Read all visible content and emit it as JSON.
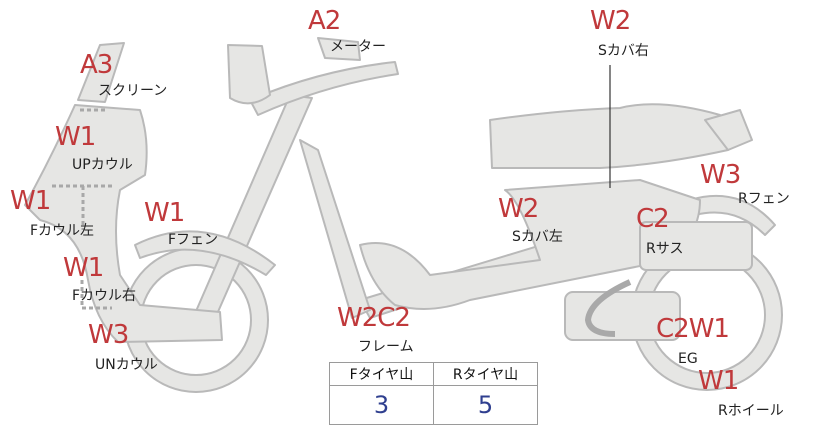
{
  "parts": [
    {
      "id": "screen",
      "code": "A3",
      "label": "スクリーン"
    },
    {
      "id": "meter",
      "code": "A2",
      "label": "メーター"
    },
    {
      "id": "up-cowl",
      "code": "W1",
      "label": "UPカウル"
    },
    {
      "id": "f-cowl-left",
      "code": "W1",
      "label": "Fカウル左"
    },
    {
      "id": "f-fender",
      "code": "W1",
      "label": "Fフェン"
    },
    {
      "id": "f-cowl-right",
      "code": "W1",
      "label": "Fカウル右"
    },
    {
      "id": "un-cowl",
      "code": "W3",
      "label": "UNカウル"
    },
    {
      "id": "frame",
      "code": "W2C2",
      "label": "フレーム"
    },
    {
      "id": "s-cover-right",
      "code": "W2",
      "label": "Sカバ右"
    },
    {
      "id": "s-cover-left",
      "code": "W2",
      "label": "Sカバ左"
    },
    {
      "id": "r-fender",
      "code": "W3",
      "label": "Rフェン"
    },
    {
      "id": "r-suspension",
      "code": "C2",
      "label": "Rサス"
    },
    {
      "id": "engine",
      "code": "C2W1",
      "label": "EG"
    },
    {
      "id": "r-wheel",
      "code": "W1",
      "label": "Rホイール"
    }
  ],
  "tire_table": {
    "headers": [
      "Fタイヤ山",
      "Rタイヤ山"
    ],
    "values": [
      "3",
      "5"
    ]
  },
  "colors": {
    "body_fill": "#e6e6e4",
    "outline": "#b9b9b9",
    "badge": "#c0393b",
    "value": "#2f3f8f",
    "engine_detail": "#a9a9a9"
  }
}
